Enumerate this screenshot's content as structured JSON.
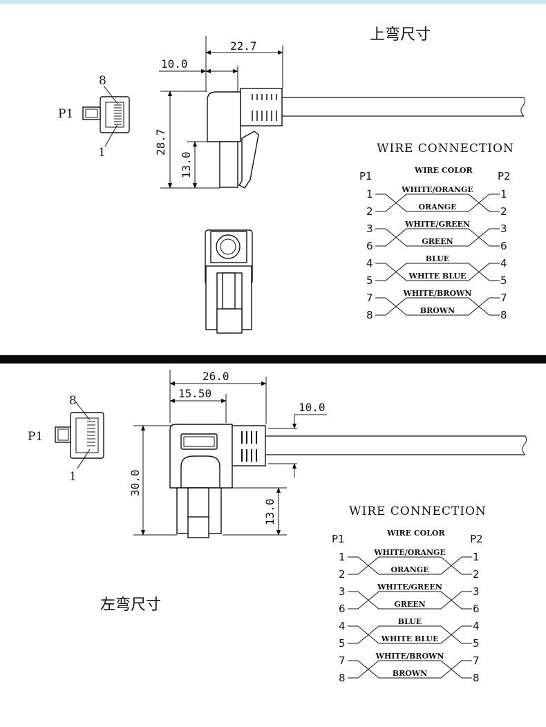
{
  "top_section": {
    "title": "上弯尺寸",
    "connector_label": "P1",
    "pin_top": "8",
    "pin_bottom": "1",
    "dims": {
      "width_total": "22.7",
      "offset": "10.0",
      "height_total": "28.7",
      "plug_height": "13.0"
    }
  },
  "bottom_section": {
    "title": "左弯尺寸",
    "connector_label": "P1",
    "pin_top": "8",
    "pin_bottom": "1",
    "dims": {
      "width_total": "26.0",
      "width_inner": "15.50",
      "cable_offset": "10.0",
      "height_total": "30.0",
      "plug_height": "13.0"
    }
  },
  "wire_connection": {
    "title": "WIRE CONNECTION",
    "color_header": "WIRE COLOR",
    "left_end": "P1",
    "right_end": "P2",
    "pairs": [
      {
        "pins": [
          "1",
          "2"
        ],
        "colors": [
          "WHITE/ORANGE",
          "ORANGE"
        ]
      },
      {
        "pins": [
          "3",
          "6"
        ],
        "colors": [
          "WHITE/GREEN",
          "GREEN"
        ]
      },
      {
        "pins": [
          "4",
          "5"
        ],
        "colors": [
          "BLUE",
          "WHITE BLUE"
        ]
      },
      {
        "pins": [
          "7",
          "8"
        ],
        "colors": [
          "WHITE/BROWN",
          "BROWN"
        ]
      }
    ]
  }
}
